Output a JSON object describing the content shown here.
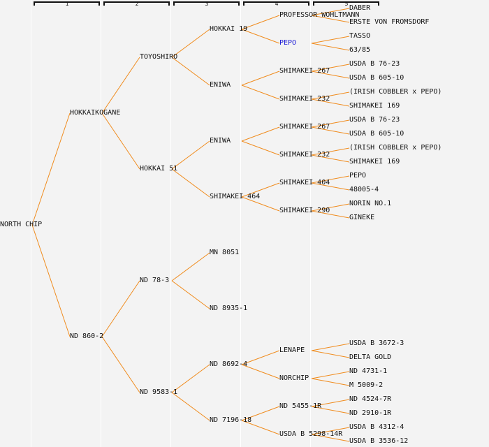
{
  "columns": [
    "1",
    "2",
    "3",
    "4",
    "5"
  ],
  "colors": {
    "line": "#f08c1e",
    "text": "#111111",
    "highlight": "#1a1ad6"
  },
  "tree": {
    "name": "NORTH CHIP",
    "parents": [
      {
        "name": "HOKKAIKOGANE",
        "parents": [
          {
            "name": "TOYOSHIRO",
            "parents": [
              {
                "name": "HOKKAI 19",
                "parents": [
                  {
                    "name": "PROFESSOR WOHLTMANN",
                    "parents": [
                      {
                        "name": "DABER"
                      },
                      {
                        "name": "ERSTE VON FROMSDORF"
                      }
                    ]
                  },
                  {
                    "name": "PEPO",
                    "highlight": true,
                    "parents": [
                      {
                        "name": "TASSO"
                      },
                      {
                        "name": "63/85"
                      }
                    ]
                  }
                ]
              },
              {
                "name": "ENIWA",
                "parents": [
                  {
                    "name": "SHIMAKEI 267",
                    "parents": [
                      {
                        "name": "USDA B 76-23"
                      },
                      {
                        "name": "USDA B 605-10"
                      }
                    ]
                  },
                  {
                    "name": "SHIMAKEI 232",
                    "parents": [
                      {
                        "name": "(IRISH COBBLER x PEPO)"
                      },
                      {
                        "name": "SHIMAKEI 169"
                      }
                    ]
                  }
                ]
              }
            ]
          },
          {
            "name": "HOKKAI 51",
            "parents": [
              {
                "name": "ENIWA",
                "parents": [
                  {
                    "name": "SHIMAKEI 267",
                    "parents": [
                      {
                        "name": "USDA B 76-23"
                      },
                      {
                        "name": "USDA B 605-10"
                      }
                    ]
                  },
                  {
                    "name": "SHIMAKEI 232",
                    "parents": [
                      {
                        "name": "(IRISH COBBLER x PEPO)"
                      },
                      {
                        "name": "SHIMAKEI 169"
                      }
                    ]
                  }
                ]
              },
              {
                "name": "SHIMAKEI 464",
                "parents": [
                  {
                    "name": "SHIMAKEI 404",
                    "parents": [
                      {
                        "name": "PEPO"
                      },
                      {
                        "name": "48005-4"
                      }
                    ]
                  },
                  {
                    "name": "SHIMAKEI 290",
                    "parents": [
                      {
                        "name": "NORIN NO.1"
                      },
                      {
                        "name": "GINEKE"
                      }
                    ]
                  }
                ]
              }
            ]
          }
        ]
      },
      {
        "name": "ND 860-2",
        "parents": [
          {
            "name": "ND 78-3",
            "parents": [
              {
                "name": "MN 8051"
              },
              {
                "name": "ND 8935-1"
              }
            ]
          },
          {
            "name": "ND 9583-1",
            "parents": [
              {
                "name": "ND 8692-4",
                "parents": [
                  {
                    "name": "LENAPE",
                    "parents": [
                      {
                        "name": "USDA B 3672-3"
                      },
                      {
                        "name": "DELTA GOLD"
                      }
                    ]
                  },
                  {
                    "name": "NORCHIP",
                    "parents": [
                      {
                        "name": "ND 4731-1"
                      },
                      {
                        "name": "M 5009-2"
                      }
                    ]
                  }
                ]
              },
              {
                "name": "ND 7196-18",
                "parents": [
                  {
                    "name": "ND 5455-1R",
                    "parents": [
                      {
                        "name": "ND 4524-7R"
                      },
                      {
                        "name": "ND 2910-1R"
                      }
                    ]
                  },
                  {
                    "name": "USDA B 5298-14R",
                    "parents": [
                      {
                        "name": "USDA B 4312-4"
                      },
                      {
                        "name": "USDA B 3536-12"
                      }
                    ]
                  }
                ]
              }
            ]
          }
        ]
      }
    ]
  }
}
